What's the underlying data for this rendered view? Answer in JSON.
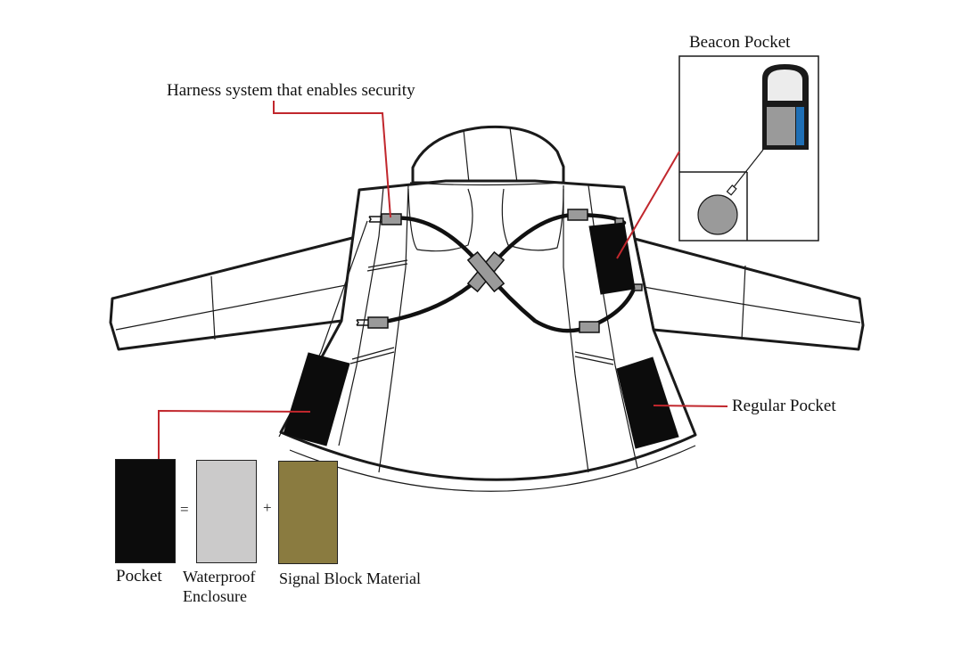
{
  "labels": {
    "beacon_pocket": "Beacon Pocket",
    "harness": "Harness system that enables security",
    "regular_pocket": "Regular Pocket"
  },
  "legend": {
    "equals": "=",
    "plus": "+",
    "pocket": {
      "label": "Pocket",
      "color": "#0c0c0c"
    },
    "waterproof": {
      "line1": "Waterproof",
      "line2": "Enclosure",
      "color": "#cbcaca"
    },
    "signal_block": {
      "label": "Signal Block Material",
      "color": "#8a7b40"
    }
  },
  "colors": {
    "callout_line": "#c1272d",
    "outline": "#1a1a1a",
    "beacon_blue": "#1f6fb5",
    "beacon_gray": "#9a9a9a"
  }
}
